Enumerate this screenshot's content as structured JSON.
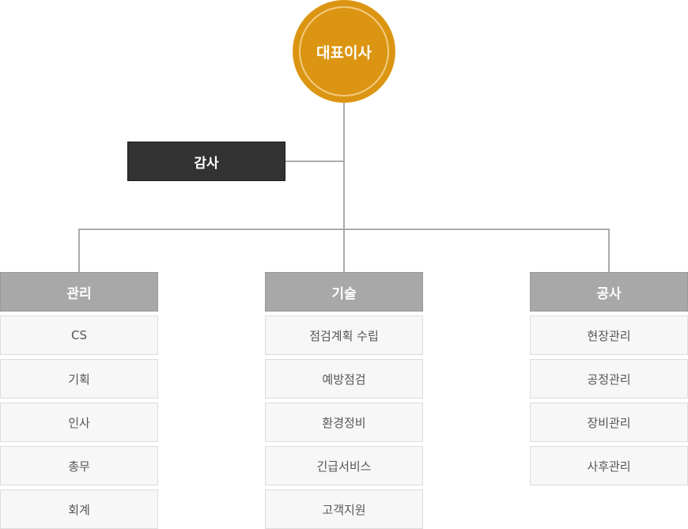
{
  "ceo": {
    "label": "대표이사"
  },
  "audit": {
    "label": "감사"
  },
  "departments": [
    {
      "label": "관리",
      "items": [
        "CS",
        "기획",
        "인사",
        "총무",
        "회계"
      ]
    },
    {
      "label": "기술",
      "items": [
        "점검계획 수립",
        "예방점검",
        "환경정비",
        "긴급서비스",
        "고객지원"
      ]
    },
    {
      "label": "공사",
      "items": [
        "현장관리",
        "공정관리",
        "장비관리",
        "사후관리"
      ]
    }
  ],
  "colors": {
    "ceo": "#dc9512",
    "audit": "#333333",
    "department_header": "#a8a8a8",
    "item_background": "#f7f7f7",
    "connector": "#aaaaaa"
  }
}
